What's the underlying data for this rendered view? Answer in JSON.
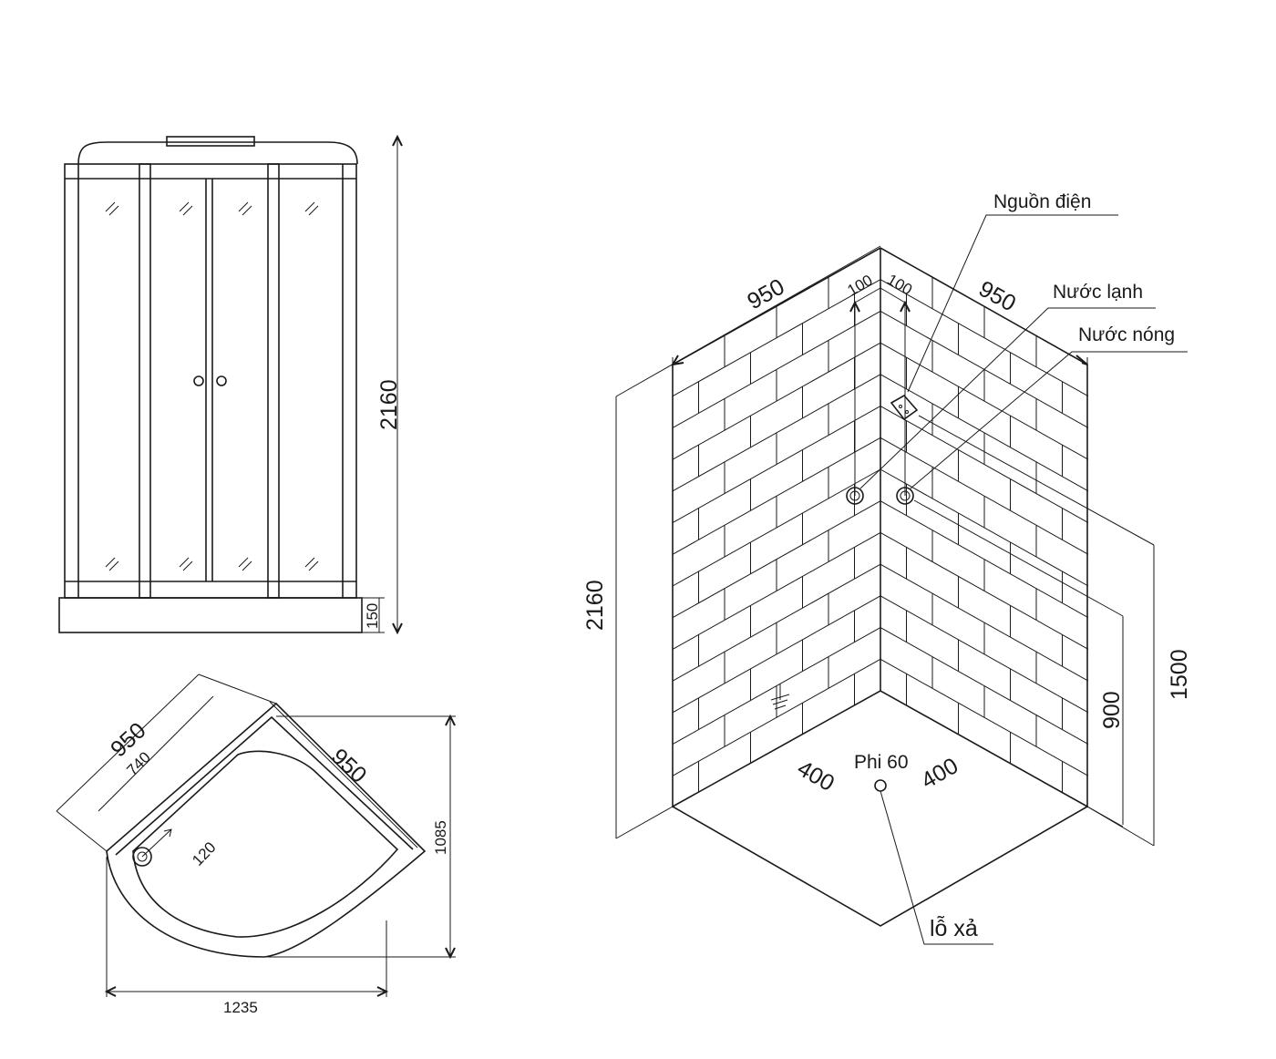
{
  "front_view": {
    "height_total": "2160",
    "base_height": "150"
  },
  "plan_view": {
    "side_left": "950",
    "side_right": "950",
    "inner_side": "740",
    "drain_offset": "120",
    "depth": "1085",
    "width": "1235"
  },
  "iso_view": {
    "height": "2160",
    "wall_left_width": "950",
    "wall_right_width": "950",
    "offset_left": "100",
    "offset_right": "100",
    "height_hot_cold": "900",
    "height_power": "1500",
    "floor_left": "400",
    "floor_right": "400",
    "drain_diameter": "Phi 60",
    "label_power": "Nguồn điện",
    "label_cold": "Nước lạnh",
    "label_hot": "Nước nóng",
    "label_drain": "lỗ xả"
  },
  "colors": {
    "line": "#1a1a1a",
    "background": "#ffffff"
  }
}
